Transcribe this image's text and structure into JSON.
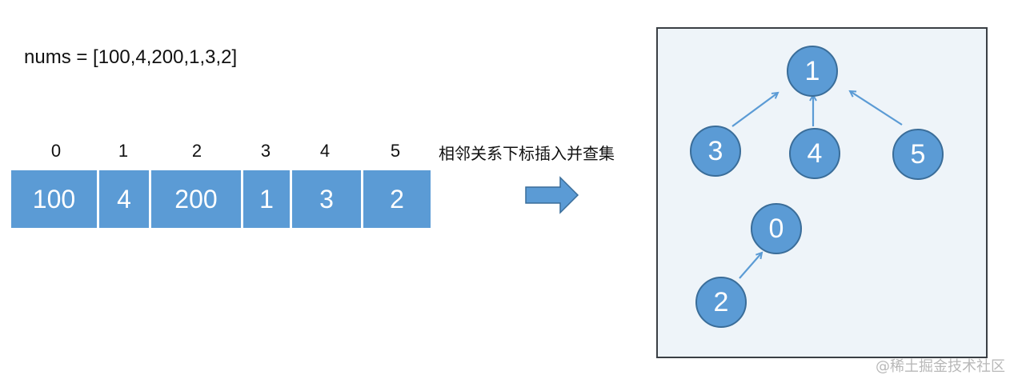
{
  "nums_label": "nums = [100,4,200,1,3,2]",
  "array": {
    "indices": [
      "0",
      "1",
      "2",
      "3",
      "4",
      "5"
    ],
    "values": [
      "100",
      "4",
      "200",
      "1",
      "3",
      "2"
    ]
  },
  "caption": "相邻关系下标插入并查集",
  "tree": {
    "nodes": [
      "1",
      "3",
      "4",
      "5",
      "0",
      "2"
    ]
  },
  "watermark": "@稀土掘金技术社区",
  "colors": {
    "cell": "#5b9bd5",
    "panel": "#eef4f9",
    "edge": "#5b9bd5"
  }
}
